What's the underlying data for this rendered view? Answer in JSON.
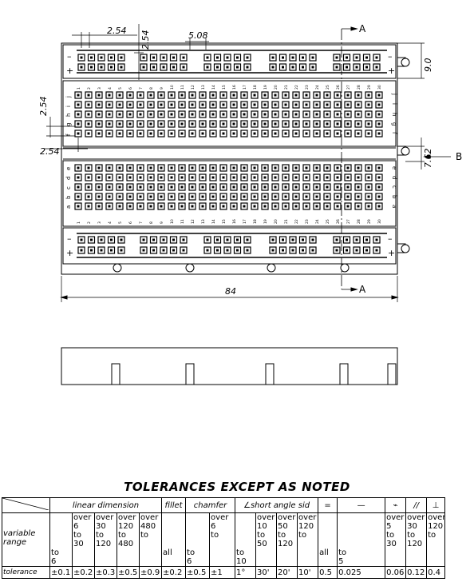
{
  "dimensions": {
    "pitch_top": "2.54",
    "pitch_top_vertical": "2.54",
    "group_spacing": "5.08",
    "rail_height": "9.0",
    "row_pitch_left": "2.54",
    "hole_inset_left": "2.54",
    "channel_width": "7.62",
    "overall_length": "84"
  },
  "section_labels": {
    "a_top": "A",
    "b_side": "B",
    "a_bottom": "A"
  },
  "rail_signs": {
    "minus": "–",
    "plus": "+"
  },
  "column_numbers": [
    "1",
    "2",
    "3",
    "4",
    "5",
    "6",
    "7",
    "8",
    "9",
    "10",
    "11",
    "12",
    "13",
    "14",
    "15",
    "16",
    "17",
    "18",
    "19",
    "20",
    "21",
    "22",
    "23",
    "24",
    "25",
    "26",
    "27",
    "28",
    "29",
    "30"
  ],
  "row_letters_top": [
    "j",
    "i",
    "h",
    "g",
    "f"
  ],
  "row_letters_bottom": [
    "e",
    "d",
    "c",
    "b",
    "a"
  ],
  "tolerances": {
    "title": "TOLERANCES EXCEPT AS NOTED",
    "headers": {
      "linear": "linear dimension",
      "fillet": "fillet",
      "chamfer": "chamfer",
      "angle": "∠short angle sid",
      "sym_equal": "=",
      "sym_flat": "—",
      "sym_cyl": "⌁",
      "sym_parallel": "//",
      "sym_perp": "⊥"
    },
    "range_label": [
      "variable",
      "range"
    ],
    "tolerance_label": "tolerance",
    "columns": [
      {
        "range": [
          "to",
          "6"
        ],
        "tol": "±0.1"
      },
      {
        "range": [
          "over",
          "6",
          "to",
          "30"
        ],
        "tol": "±0.2"
      },
      {
        "range": [
          "over",
          "30",
          "to",
          "120"
        ],
        "tol": "±0.3"
      },
      {
        "range": [
          "over",
          "120",
          "to",
          "480"
        ],
        "tol": "±0.5"
      },
      {
        "range": [
          "over",
          "480",
          "to"
        ],
        "tol": "±0.9"
      },
      {
        "range": [
          "all"
        ],
        "tol": "±0.2"
      },
      {
        "range": [
          "to",
          "6"
        ],
        "tol": "±0.5"
      },
      {
        "range": [
          "over",
          "6",
          "to"
        ],
        "tol": "±1"
      },
      {
        "range": [
          "to",
          "10"
        ],
        "tol": "1°"
      },
      {
        "range": [
          "over",
          "10",
          "to",
          "50"
        ],
        "tol": "30'"
      },
      {
        "range": [
          "over",
          "50",
          "to",
          "120"
        ],
        "tol": "20'"
      },
      {
        "range": [
          "over",
          "120",
          "to"
        ],
        "tol": "10'"
      },
      {
        "range": [
          "all"
        ],
        "tol": "0.5"
      },
      {
        "range": [
          "to",
          "5"
        ],
        "tol": "0.025"
      },
      {
        "range": [
          "over",
          "5",
          "to",
          "30"
        ],
        "tol": "0.06"
      },
      {
        "range": [
          "over",
          "30",
          "to",
          "120"
        ],
        "tol": "0.12"
      },
      {
        "range": [
          "over",
          "120",
          "to"
        ],
        "tol": "0.4"
      }
    ]
  }
}
